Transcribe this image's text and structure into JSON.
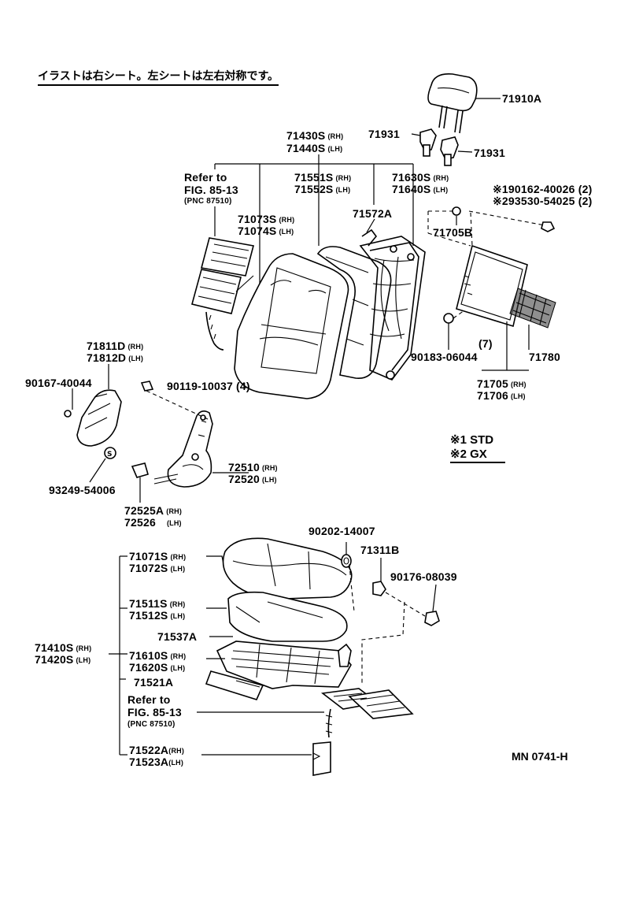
{
  "note": "イラストは右シート。左シートは左右対称です。",
  "legend": [
    {
      "mark": "※1",
      "text": "STD"
    },
    {
      "mark": "※2",
      "text": "GX"
    }
  ],
  "diagram_code": "MN 0741-H",
  "parts": {
    "headrest": "71910A",
    "support_upper": "71931",
    "support_lower": "71931",
    "back_assy": {
      "rh": "71430S",
      "lh": "71440S"
    },
    "ref_top": {
      "line1": "Refer to",
      "line2": "FIG. 85-13",
      "line3": "(PNC 87510)"
    },
    "back_cover": {
      "rh": "71073S",
      "lh": "71074S"
    },
    "back_pad": {
      "rh": "71551S",
      "lh": "71552S"
    },
    "back_frame": {
      "rh": "71630S",
      "lh": "71640S"
    },
    "back_spring": "71572A",
    "screw_star": {
      "line1": "※190162-40026 (2)",
      "line2": "※293530-54025 (2)"
    },
    "board_hook": "71705B",
    "board_bolt": "90183-06044",
    "board_bolt_qty": "(7)",
    "net": "71780",
    "back_board": {
      "rh": "71705",
      "lh": "71706"
    },
    "recliner_cover": {
      "rh": "71811D",
      "lh": "71812D"
    },
    "screw_cover": "90167-40044",
    "bolt_recliner": "90119-10037 (4)",
    "snap_washer": "93249-54006",
    "recliner": {
      "rh": "72510",
      "lh": "72520"
    },
    "recliner_harness": {
      "rh": "72525A",
      "lh": "72526"
    },
    "washer_seat": "90202-14007",
    "bushing": "71311B",
    "nut": "90176-08039",
    "cushion_cover": {
      "rh": "71071S",
      "lh": "71072S"
    },
    "cushion_pad": {
      "rh": "71511S",
      "lh": "71512S"
    },
    "cushion_assy": {
      "rh": "71410S",
      "lh": "71420S"
    },
    "cushion_spring": "71537A",
    "cushion_frame": {
      "rh": "71610S",
      "lh": "71620S"
    },
    "shield": "71521A",
    "ref_bottom": {
      "line1": "Refer to",
      "line2": "FIG. 85-13",
      "line3": "(PNC 87510)"
    },
    "protector": {
      "rh": "71522A",
      "lh": "71523A"
    }
  },
  "side_labels": {
    "rh": "(RH)",
    "lh": "(LH)"
  }
}
